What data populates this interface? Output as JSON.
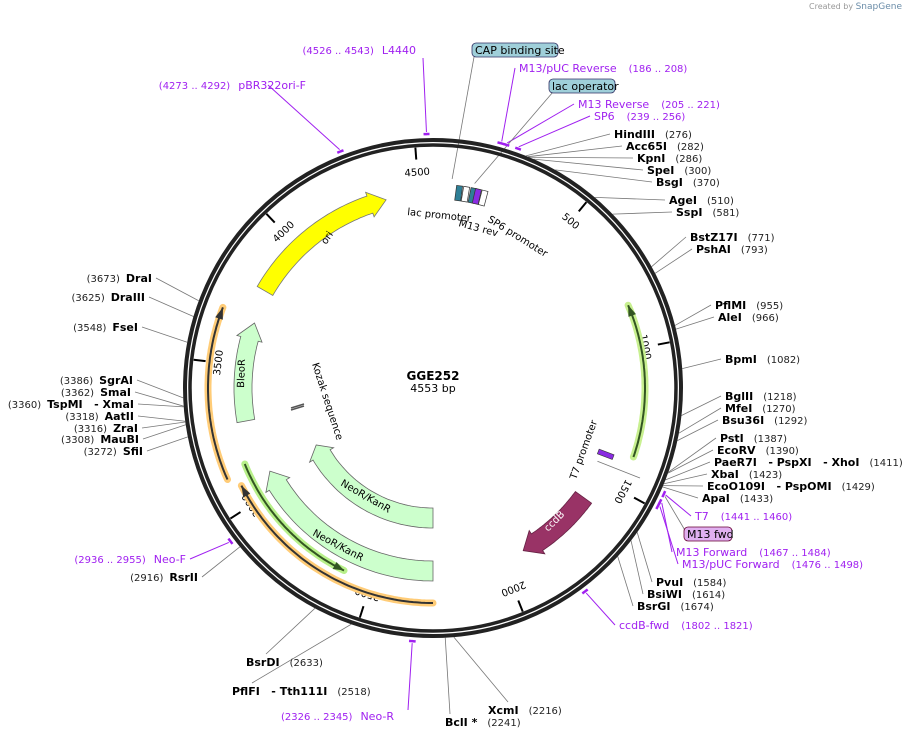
{
  "credit": {
    "prefix": "Created by",
    "brand": "SnapGene"
  },
  "plasmid": {
    "name": "GGE252",
    "length": "4553 bp",
    "total_bp": 4553
  },
  "ticks": [
    "500",
    "1000",
    "1500",
    "2000",
    "2500",
    "3000",
    "3500",
    "4000",
    "4500"
  ],
  "features": {
    "ori": "ori",
    "bleor": "BleoR",
    "neo1": "NeoR/KanR",
    "neo2": "NeoR/KanR",
    "ccdb": "ccdB",
    "lac_promoter": "lac promoter",
    "m13rev": "M13 rev",
    "sp6_promoter": "SP6 promoter",
    "t7_promoter": "T7 promoter",
    "kozak": "Kozak sequence"
  },
  "boxed": [
    {
      "label": "CAP binding site"
    },
    {
      "label": "lac operator"
    },
    {
      "label": "M13 fwd"
    }
  ],
  "enzymes": [
    {
      "name": "HindIII",
      "pos": "(276)",
      "bp": 276
    },
    {
      "name": "Acc65I",
      "pos": "(282)",
      "bp": 282
    },
    {
      "name": "KpnI",
      "pos": "(286)",
      "bp": 286
    },
    {
      "name": "SpeI",
      "pos": "(300)",
      "bp": 300
    },
    {
      "name": "BsgI",
      "pos": "(370)",
      "bp": 370
    },
    {
      "name": "AgeI",
      "pos": "(510)",
      "bp": 510
    },
    {
      "name": "SspI",
      "pos": "(581)",
      "bp": 581
    },
    {
      "name": "BstZ17I",
      "pos": "(771)",
      "bp": 771
    },
    {
      "name": "PshAI",
      "pos": "(793)",
      "bp": 793
    },
    {
      "name": "PflMI",
      "pos": "(955)",
      "bp": 955
    },
    {
      "name": "AleI",
      "pos": "(966)",
      "bp": 966
    },
    {
      "name": "BpmI",
      "pos": "(1082)",
      "bp": 1082
    },
    {
      "name": "BglII",
      "pos": "(1218)",
      "bp": 1218
    },
    {
      "name": "MfeI",
      "pos": "(1270)",
      "bp": 1270
    },
    {
      "name": "Bsu36I",
      "pos": "(1292)",
      "bp": 1292
    },
    {
      "name": "PstI",
      "pos": "(1387)",
      "bp": 1387
    },
    {
      "name": "EcoRV",
      "pos": "(1390)",
      "bp": 1390
    },
    {
      "name": "PaeR7I   - PspXI   - XhoI",
      "pos": "(1411)",
      "bp": 1411
    },
    {
      "name": "XbaI",
      "pos": "(1423)",
      "bp": 1423
    },
    {
      "name": "EcoO109I   - PspOMI",
      "pos": "(1429)",
      "bp": 1429
    },
    {
      "name": "ApaI",
      "pos": "(1433)",
      "bp": 1433
    },
    {
      "name": "PvuI",
      "pos": "(1584)",
      "bp": 1584
    },
    {
      "name": "BsiWI",
      "pos": "(1614)",
      "bp": 1614
    },
    {
      "name": "BsrGI",
      "pos": "(1674)",
      "bp": 1674
    },
    {
      "name": "XcmI",
      "pos": "(2216)",
      "bp": 2216
    },
    {
      "name": "BclI *",
      "pos": "(2241)",
      "bp": 2241
    },
    {
      "name": "BsrDI",
      "pos": "(2633)",
      "bp": 2633
    },
    {
      "name": "PflFI   - Tth111I",
      "pos": "(2518)",
      "bp": 2518
    },
    {
      "name": "RsrII",
      "pos": "(2916)",
      "bp": 2916
    },
    {
      "name": "DraI",
      "pos": "(3673)",
      "bp": 3673
    },
    {
      "name": "DraIII",
      "pos": "(3625)",
      "bp": 3625
    },
    {
      "name": "FseI",
      "pos": "(3548)",
      "bp": 3548
    },
    {
      "name": "SgrAI",
      "pos": "(3386)",
      "bp": 3386
    },
    {
      "name": "SmaI",
      "pos": "(3362)",
      "bp": 3362
    },
    {
      "name": "TspMI   - XmaI",
      "pos": "(3360)",
      "bp": 3360
    },
    {
      "name": "AatII",
      "pos": "(3318)",
      "bp": 3318
    },
    {
      "name": "ZraI",
      "pos": "(3316)",
      "bp": 3316
    },
    {
      "name": "MauBI",
      "pos": "(3308)",
      "bp": 3308
    },
    {
      "name": "SfiI",
      "pos": "(3272)",
      "bp": 3272
    }
  ],
  "primers": [
    {
      "name": "L4440",
      "range": "(4526 .. 4543)",
      "start": 4526,
      "end": 4543
    },
    {
      "name": "pBR322ori-F",
      "range": "(4273 .. 4292)",
      "start": 4273,
      "end": 4292
    },
    {
      "name": "M13/pUC Reverse",
      "range": "(186 .. 208)",
      "start": 186,
      "end": 208
    },
    {
      "name": "M13 Reverse",
      "range": "(205 .. 221)",
      "start": 205,
      "end": 221
    },
    {
      "name": "SP6",
      "range": "(239 .. 256)",
      "start": 239,
      "end": 256
    },
    {
      "name": "T7",
      "range": "(1441 .. 1460)",
      "start": 1441,
      "end": 1460
    },
    {
      "name": "M13 Forward",
      "range": "(1467 .. 1484)",
      "start": 1467,
      "end": 1484
    },
    {
      "name": "M13/pUC Forward",
      "range": "(1476 .. 1498)",
      "start": 1476,
      "end": 1498
    },
    {
      "name": "ccdB-fwd",
      "range": "(1802 .. 1821)",
      "start": 1802,
      "end": 1821
    },
    {
      "name": "Neo-F",
      "range": "(2936 .. 2955)",
      "start": 2936,
      "end": 2955
    },
    {
      "name": "Neo-R",
      "range": "(2326 .. 2345)",
      "start": 2326,
      "end": 2345
    }
  ],
  "colors": {
    "primer": "#a020f0",
    "ori": "#ffff00",
    "green": "#ccffcc",
    "ccdb": "#993366",
    "orange": "#ffcc77",
    "lacbox": "#9fcfd9",
    "m13box": "#e0b0f0"
  }
}
